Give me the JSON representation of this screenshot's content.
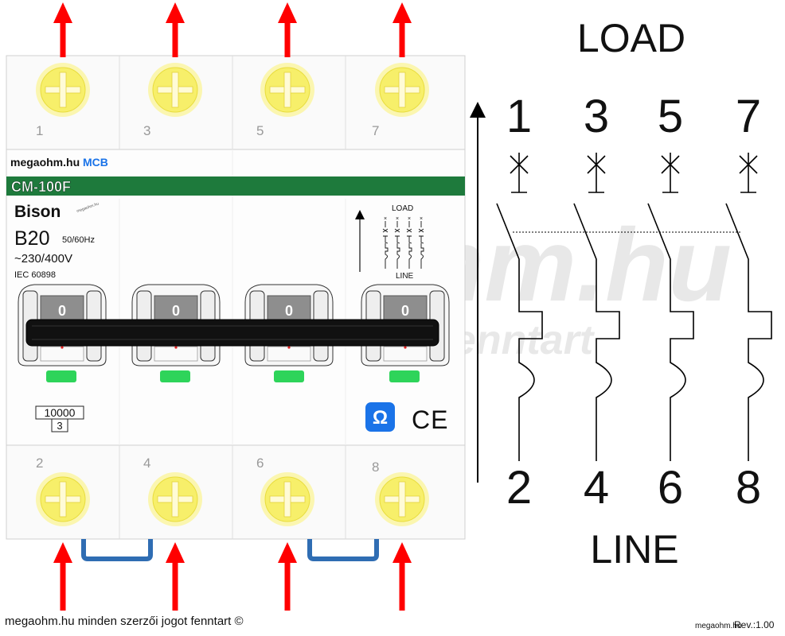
{
  "breaker": {
    "brand_line": "megaohm.hu",
    "brand_tag": "MCB",
    "model": "CM-100F",
    "maker": "Bison",
    "maker_mark": "megaohm.hu",
    "rating": "B20",
    "frequency": "50/60Hz",
    "voltage": "~230/400V",
    "standard": "IEC 60898",
    "breaking_capacity": "10000",
    "energy_class": "3",
    "top_terminals": [
      "1",
      "3",
      "5",
      "7"
    ],
    "bottom_terminals": [
      "2",
      "4",
      "6",
      "8"
    ],
    "handle_state": "0",
    "mini_load": "LOAD",
    "mini_line": "LINE",
    "ce_mark": "CE",
    "ohm_badge": "Ω",
    "colors": {
      "screw": "#f7ef6a",
      "arrow": "#ff0000",
      "strip": "#1e7a3c",
      "indicator": "#2ed45a",
      "bridge": "#2f6db3",
      "badge": "#1a73e8"
    }
  },
  "schematic": {
    "load": "LOAD",
    "line": "LINE",
    "top_numbers": [
      "1",
      "3",
      "5",
      "7"
    ],
    "bottom_numbers": [
      "2",
      "4",
      "6",
      "8"
    ]
  },
  "watermark": {
    "big": "megaohm.hu",
    "small": "minden szerzői jogot fenntart"
  },
  "footer": {
    "copyright": "megaohm.hu minden szerzői jogot fenntart ©",
    "site": "megaohm.hu",
    "revision": "Rev.:1.00"
  }
}
